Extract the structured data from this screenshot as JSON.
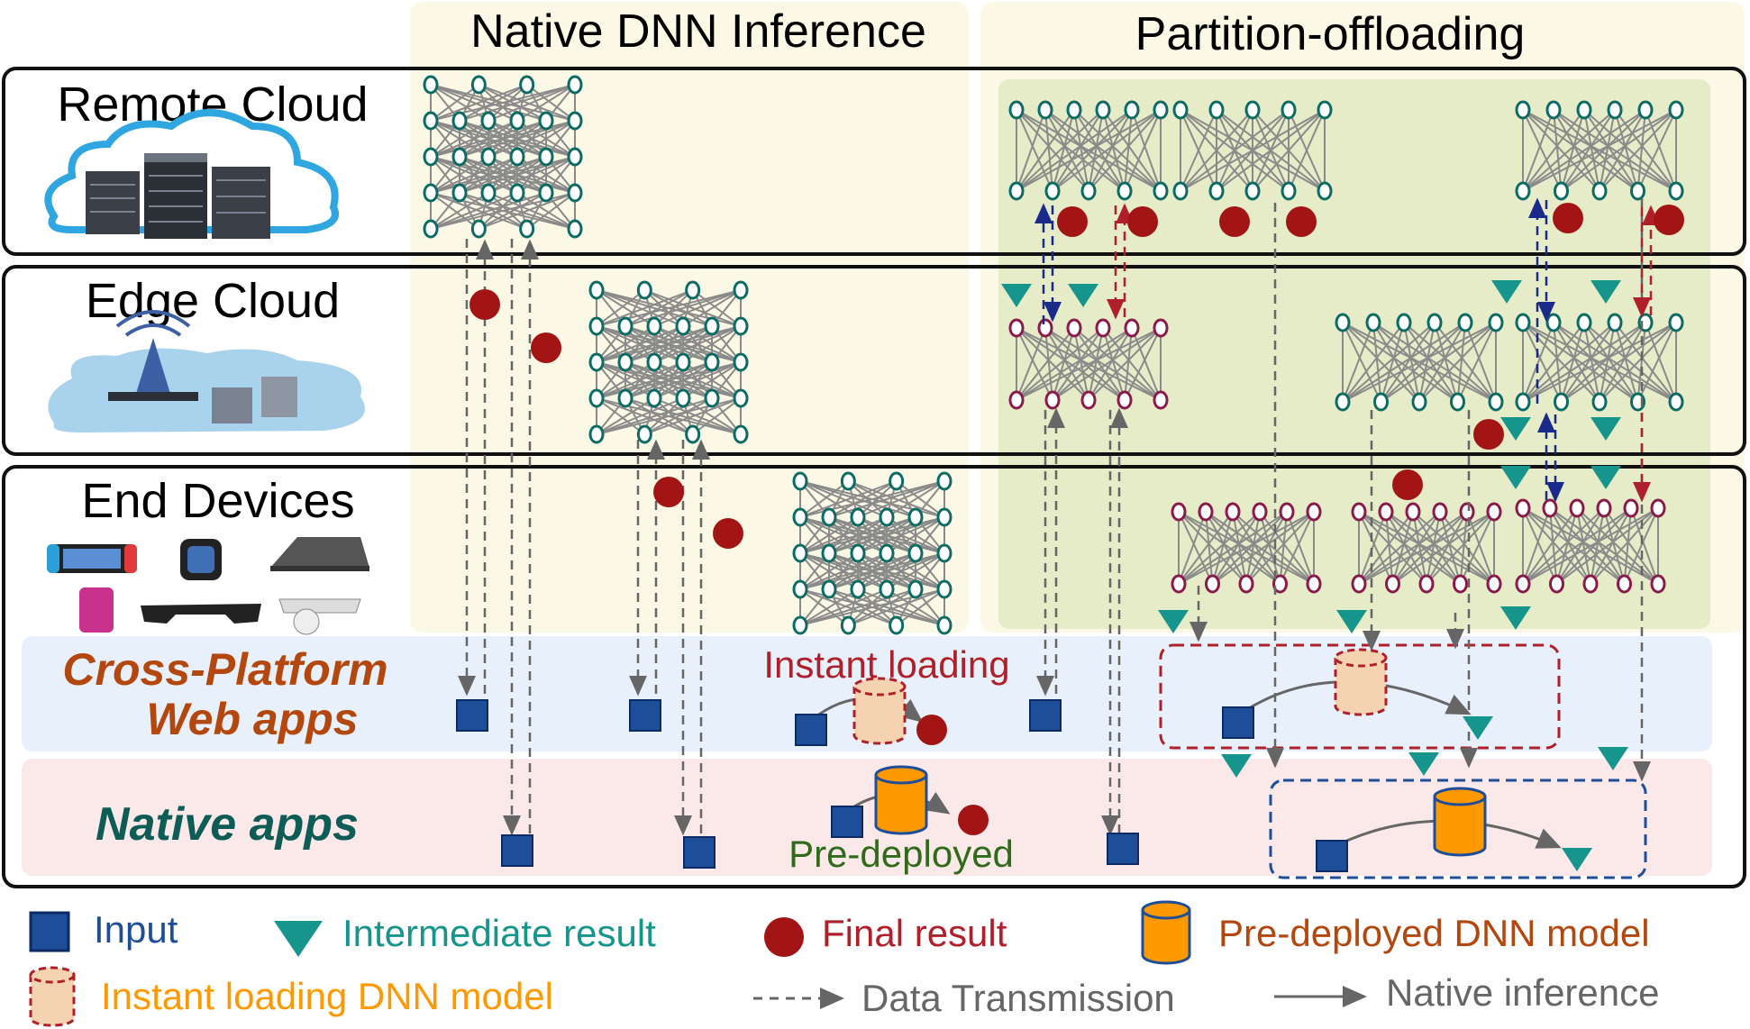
{
  "columns": {
    "native": "Native DNN Inference",
    "partition": "Partition-offloading"
  },
  "tiers": {
    "remote": "Remote Cloud",
    "edge": "Edge Cloud",
    "end": "End Devices"
  },
  "app_rows": {
    "web_line1": "Cross-Platform",
    "web_line2": "Web apps",
    "native": "Native apps"
  },
  "labels": {
    "instant_loading": "Instant loading",
    "pre_deployed": "Pre-deployed"
  },
  "legend": {
    "input": "Input",
    "intermediate": "Intermediate result",
    "final": "Final result",
    "predeployed_model": "Pre-deployed DNN model",
    "instant_model": "Instant loading DNN model",
    "data_transmission": "Data Transmission",
    "native_inference": "Native inference"
  },
  "colors": {
    "input": "#1f4e99",
    "intermediate": "#15958c",
    "final": "#a31515",
    "predeployed": "#ff9900",
    "instant": "#f6d3b0",
    "web_text": "#b3470e",
    "native_text": "#0d5c56",
    "instant_text": "#b0202a",
    "predeployed_text": "#2f6b1a",
    "legend_input": "#1f4e99",
    "legend_intermediate": "#15958c",
    "legend_final": "#b0202a",
    "legend_predeployed": "#b3470e",
    "legend_instant": "#ff9900"
  }
}
